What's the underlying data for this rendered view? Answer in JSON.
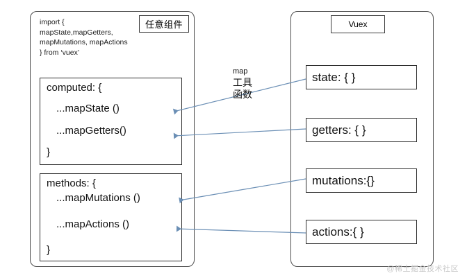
{
  "diagram": {
    "title": "Vuex map helper functions diagram",
    "arrow_color": "#6b8fb5",
    "box_border_color": "#2b2b2b",
    "panel_border_color": "#4d4d4d"
  },
  "component_panel": {
    "tag": "任意组件",
    "import_statement": "import {\nmapState,mapGetters,\nmapMutations, mapActions\n} from ‘vuex’",
    "computed": {
      "head": "computed: {",
      "lines": [
        "...mapState ()",
        "...mapGetters()"
      ],
      "tail": "}"
    },
    "methods": {
      "head": "methods: {",
      "lines": [
        "...mapMutations ()",
        "...mapActions ()"
      ],
      "tail": "}"
    }
  },
  "vuex_panel": {
    "tag": "Vuex",
    "stores": [
      {
        "label": "state: { }"
      },
      {
        "label": "getters: { }"
      },
      {
        "label": "mutations:{}"
      },
      {
        "label": "actions:{ }"
      }
    ]
  },
  "center_label": {
    "line1": "map",
    "line2": "工具",
    "line3": "函数"
  },
  "watermark": "@稀土掘金技术社区"
}
